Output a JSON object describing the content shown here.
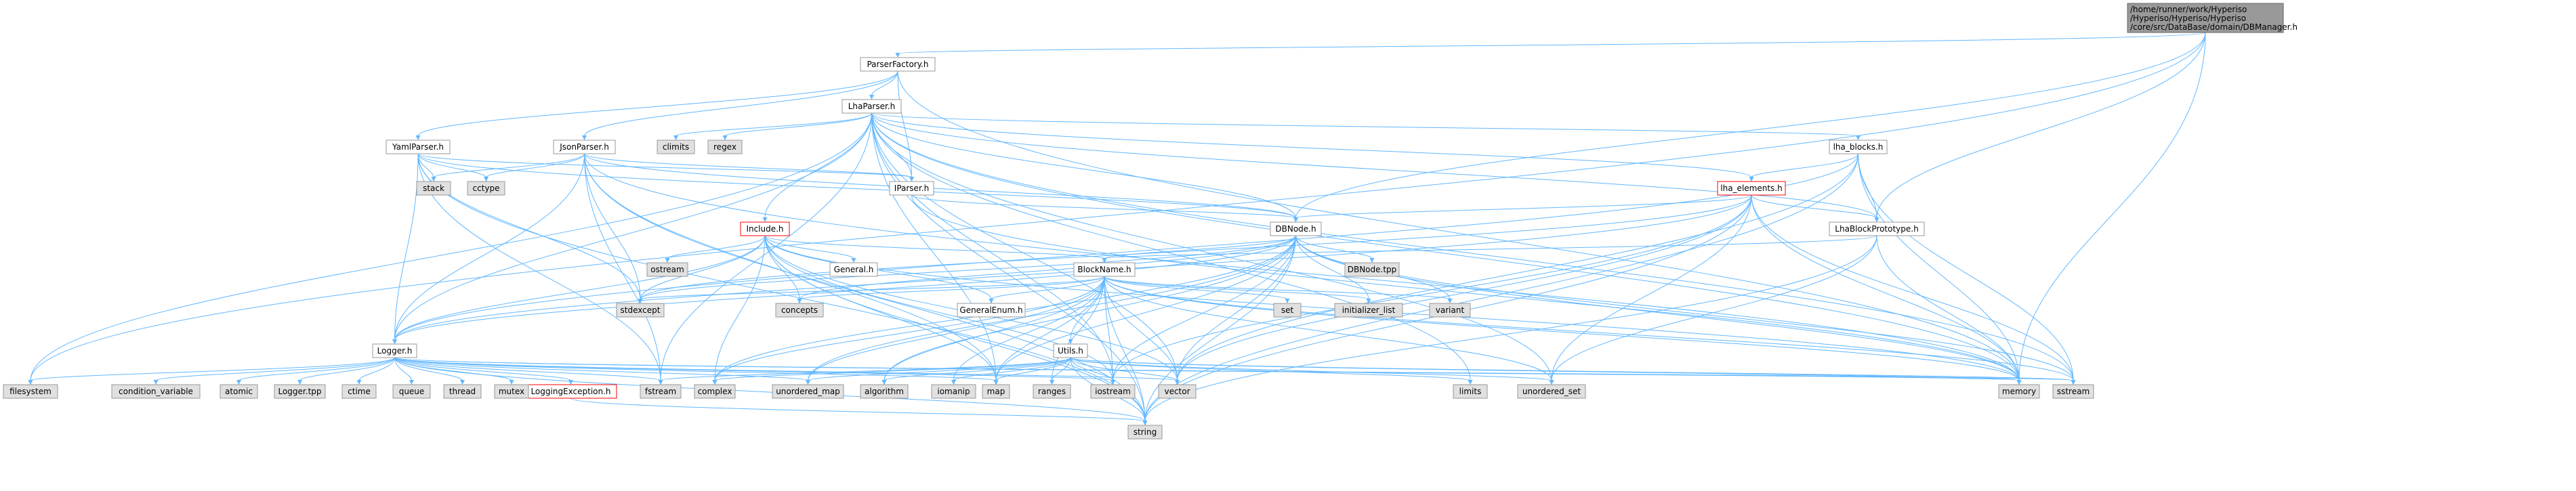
{
  "graph": {
    "root": {
      "id": "root",
      "lines": [
        "/home/runner/work/Hyperiso",
        "/Hyperiso/Hyperiso/Hyperiso",
        "/core/src/DataBase/domain/DBManager.h"
      ],
      "kind": "root"
    },
    "nodes": [
      {
        "id": "ParserFactory",
        "label": "ParserFactory.h",
        "kind": "file"
      },
      {
        "id": "LhaParser",
        "label": "LhaParser.h",
        "kind": "file"
      },
      {
        "id": "YamlParser",
        "label": "YamlParser.h",
        "kind": "file"
      },
      {
        "id": "JsonParser",
        "label": "JsonParser.h",
        "kind": "file"
      },
      {
        "id": "IParser",
        "label": "IParser.h",
        "kind": "file"
      },
      {
        "id": "lha_blocks",
        "label": "lha_blocks.h",
        "kind": "file"
      },
      {
        "id": "lha_elements",
        "label": "lha_elements.h",
        "kind": "incomplete"
      },
      {
        "id": "LhaBlockPrototype",
        "label": "LhaBlockPrototype.h",
        "kind": "file"
      },
      {
        "id": "DBNode",
        "label": "DBNode.h",
        "kind": "file"
      },
      {
        "id": "Include",
        "label": "Include.h",
        "kind": "incomplete"
      },
      {
        "id": "General",
        "label": "General.h",
        "kind": "file"
      },
      {
        "id": "BlockName",
        "label": "BlockName.h",
        "kind": "file"
      },
      {
        "id": "GeneralEnum",
        "label": "GeneralEnum.h",
        "kind": "file"
      },
      {
        "id": "Utils",
        "label": "Utils.h",
        "kind": "file"
      },
      {
        "id": "Logger",
        "label": "Logger.h",
        "kind": "file"
      },
      {
        "id": "LoggingException",
        "label": "LoggingException.h",
        "kind": "incomplete"
      },
      {
        "id": "DBNode_tpp",
        "label": "DBNode.tpp",
        "kind": "sys"
      },
      {
        "id": "climits",
        "label": "climits",
        "kind": "sys"
      },
      {
        "id": "regex",
        "label": "regex",
        "kind": "sys"
      },
      {
        "id": "stack",
        "label": "stack",
        "kind": "sys"
      },
      {
        "id": "cctype",
        "label": "cctype",
        "kind": "sys"
      },
      {
        "id": "ostream",
        "label": "ostream",
        "kind": "sys"
      },
      {
        "id": "stdexcept",
        "label": "stdexcept",
        "kind": "sys"
      },
      {
        "id": "concepts",
        "label": "concepts",
        "kind": "sys"
      },
      {
        "id": "set",
        "label": "set",
        "kind": "sys"
      },
      {
        "id": "initializer_list",
        "label": "initializer_list",
        "kind": "sys"
      },
      {
        "id": "variant",
        "label": "variant",
        "kind": "sys"
      },
      {
        "id": "filesystem",
        "label": "filesystem",
        "kind": "sys"
      },
      {
        "id": "condition_variable",
        "label": "condition_variable",
        "kind": "sys"
      },
      {
        "id": "atomic",
        "label": "atomic",
        "kind": "sys"
      },
      {
        "id": "Logger_tpp",
        "label": "Logger.tpp",
        "kind": "sys"
      },
      {
        "id": "ctime",
        "label": "ctime",
        "kind": "sys"
      },
      {
        "id": "queue",
        "label": "queue",
        "kind": "sys"
      },
      {
        "id": "thread",
        "label": "thread",
        "kind": "sys"
      },
      {
        "id": "mutex",
        "label": "mutex",
        "kind": "sys"
      },
      {
        "id": "fstream",
        "label": "fstream",
        "kind": "sys"
      },
      {
        "id": "complex",
        "label": "complex",
        "kind": "sys"
      },
      {
        "id": "unordered_map",
        "label": "unordered_map",
        "kind": "sys"
      },
      {
        "id": "algorithm",
        "label": "algorithm",
        "kind": "sys"
      },
      {
        "id": "iomanip",
        "label": "iomanip",
        "kind": "sys"
      },
      {
        "id": "map",
        "label": "map",
        "kind": "sys"
      },
      {
        "id": "ranges",
        "label": "ranges",
        "kind": "sys"
      },
      {
        "id": "iostream",
        "label": "iostream",
        "kind": "sys"
      },
      {
        "id": "vector",
        "label": "vector",
        "kind": "sys"
      },
      {
        "id": "limits",
        "label": "limits",
        "kind": "sys"
      },
      {
        "id": "unordered_set",
        "label": "unordered_set",
        "kind": "sys"
      },
      {
        "id": "memory",
        "label": "memory",
        "kind": "sys"
      },
      {
        "id": "sstream",
        "label": "sstream",
        "kind": "sys"
      },
      {
        "id": "string",
        "label": "string",
        "kind": "sys"
      }
    ],
    "edges": [
      [
        "root",
        "ParserFactory"
      ],
      [
        "root",
        "DBNode"
      ],
      [
        "root",
        "LhaBlockPrototype"
      ],
      [
        "root",
        "filesystem"
      ],
      [
        "root",
        "memory"
      ],
      [
        "ParserFactory",
        "LhaParser"
      ],
      [
        "ParserFactory",
        "YamlParser"
      ],
      [
        "ParserFactory",
        "JsonParser"
      ],
      [
        "ParserFactory",
        "IParser"
      ],
      [
        "ParserFactory",
        "memory"
      ],
      [
        "LhaParser",
        "IParser"
      ],
      [
        "LhaParser",
        "lha_blocks"
      ],
      [
        "LhaParser",
        "lha_elements"
      ],
      [
        "LhaParser",
        "LhaBlockPrototype"
      ],
      [
        "LhaParser",
        "DBNode"
      ],
      [
        "LhaParser",
        "Include"
      ],
      [
        "LhaParser",
        "Logger"
      ],
      [
        "LhaParser",
        "climits"
      ],
      [
        "LhaParser",
        "regex"
      ],
      [
        "LhaParser",
        "filesystem"
      ],
      [
        "LhaParser",
        "fstream"
      ],
      [
        "LhaParser",
        "iostream"
      ],
      [
        "LhaParser",
        "vector"
      ],
      [
        "LhaParser",
        "memory"
      ],
      [
        "LhaParser",
        "sstream"
      ],
      [
        "LhaParser",
        "string"
      ],
      [
        "LhaParser",
        "unordered_set"
      ],
      [
        "LhaParser",
        "limits"
      ],
      [
        "LhaParser",
        "map"
      ],
      [
        "YamlParser",
        "IParser"
      ],
      [
        "YamlParser",
        "DBNode"
      ],
      [
        "YamlParser",
        "Logger"
      ],
      [
        "YamlParser",
        "stack"
      ],
      [
        "YamlParser",
        "cctype"
      ],
      [
        "YamlParser",
        "stdexcept"
      ],
      [
        "YamlParser",
        "fstream"
      ],
      [
        "YamlParser",
        "string"
      ],
      [
        "JsonParser",
        "IParser"
      ],
      [
        "JsonParser",
        "DBNode"
      ],
      [
        "JsonParser",
        "Logger"
      ],
      [
        "JsonParser",
        "stack"
      ],
      [
        "JsonParser",
        "cctype"
      ],
      [
        "JsonParser",
        "stdexcept"
      ],
      [
        "JsonParser",
        "fstream"
      ],
      [
        "JsonParser",
        "string"
      ],
      [
        "JsonParser",
        "memory"
      ],
      [
        "JsonParser",
        "map"
      ],
      [
        "IParser",
        "DBNode"
      ],
      [
        "IParser",
        "memory"
      ],
      [
        "lha_blocks",
        "lha_elements"
      ],
      [
        "lha_blocks",
        "LhaBlockPrototype"
      ],
      [
        "lha_blocks",
        "Logger"
      ],
      [
        "lha_blocks",
        "vector"
      ],
      [
        "lha_blocks",
        "memory"
      ],
      [
        "lha_blocks",
        "sstream"
      ],
      [
        "lha_blocks",
        "string"
      ],
      [
        "lha_elements",
        "LhaBlockPrototype"
      ],
      [
        "lha_elements",
        "DBNode"
      ],
      [
        "lha_elements",
        "Logger"
      ],
      [
        "lha_elements",
        "vector"
      ],
      [
        "lha_elements",
        "memory"
      ],
      [
        "lha_elements",
        "sstream"
      ],
      [
        "lha_elements",
        "string"
      ],
      [
        "lha_elements",
        "unordered_set"
      ],
      [
        "lha_elements",
        "iostream"
      ],
      [
        "lha_elements",
        "stdexcept"
      ],
      [
        "LhaBlockPrototype",
        "BlockName"
      ],
      [
        "LhaBlockPrototype",
        "memory"
      ],
      [
        "LhaBlockPrototype",
        "string"
      ],
      [
        "LhaBlockPrototype",
        "unordered_set"
      ],
      [
        "DBNode",
        "BlockName"
      ],
      [
        "DBNode",
        "DBNode_tpp"
      ],
      [
        "DBNode",
        "Logger"
      ],
      [
        "DBNode",
        "variant"
      ],
      [
        "DBNode",
        "initializer_list"
      ],
      [
        "DBNode",
        "stdexcept"
      ],
      [
        "DBNode",
        "concepts"
      ],
      [
        "DBNode",
        "map"
      ],
      [
        "DBNode",
        "vector"
      ],
      [
        "DBNode",
        "memory"
      ],
      [
        "DBNode",
        "string"
      ],
      [
        "DBNode",
        "sstream"
      ],
      [
        "DBNode",
        "complex"
      ],
      [
        "DBNode",
        "iostream"
      ],
      [
        "DBNode",
        "unordered_map"
      ],
      [
        "DBNode",
        "algorithm"
      ],
      [
        "Include",
        "General"
      ],
      [
        "Include",
        "GeneralEnum"
      ],
      [
        "Include",
        "BlockName"
      ],
      [
        "Include",
        "Logger"
      ],
      [
        "Include",
        "ostream"
      ],
      [
        "Include",
        "stdexcept"
      ],
      [
        "Include",
        "concepts"
      ],
      [
        "Include",
        "complex"
      ],
      [
        "Include",
        "vector"
      ],
      [
        "Include",
        "memory"
      ],
      [
        "Include",
        "map"
      ],
      [
        "Include",
        "string"
      ],
      [
        "Include",
        "iostream"
      ],
      [
        "BlockName",
        "GeneralEnum"
      ],
      [
        "BlockName",
        "Utils"
      ],
      [
        "BlockName",
        "set"
      ],
      [
        "BlockName",
        "initializer_list"
      ],
      [
        "BlockName",
        "stdexcept"
      ],
      [
        "BlockName",
        "concepts"
      ],
      [
        "BlockName",
        "map"
      ],
      [
        "BlockName",
        "vector"
      ],
      [
        "BlockName",
        "string"
      ],
      [
        "BlockName",
        "iostream"
      ],
      [
        "BlockName",
        "memory"
      ],
      [
        "BlockName",
        "ranges"
      ],
      [
        "BlockName",
        "algorithm"
      ],
      [
        "BlockName",
        "unordered_map"
      ],
      [
        "BlockName",
        "unordered_set"
      ],
      [
        "BlockName",
        "sstream"
      ],
      [
        "BlockName",
        "variant"
      ],
      [
        "BlockName",
        "complex"
      ],
      [
        "BlockName",
        "iomanip"
      ],
      [
        "Utils",
        "vector"
      ],
      [
        "Utils",
        "string"
      ],
      [
        "Utils",
        "map"
      ],
      [
        "Utils",
        "algorithm"
      ],
      [
        "Utils",
        "ranges"
      ],
      [
        "Utils",
        "unordered_map"
      ],
      [
        "Utils",
        "limits"
      ],
      [
        "Utils",
        "iostream"
      ],
      [
        "Utils",
        "iomanip"
      ],
      [
        "Utils",
        "memory"
      ],
      [
        "Utils",
        "complex"
      ],
      [
        "Utils",
        "sstream"
      ],
      [
        "Utils",
        "fstream"
      ],
      [
        "Utils",
        "unordered_set"
      ],
      [
        "Logger",
        "filesystem"
      ],
      [
        "Logger",
        "condition_variable"
      ],
      [
        "Logger",
        "atomic"
      ],
      [
        "Logger",
        "Logger_tpp"
      ],
      [
        "Logger",
        "ctime"
      ],
      [
        "Logger",
        "queue"
      ],
      [
        "Logger",
        "thread"
      ],
      [
        "Logger",
        "mutex"
      ],
      [
        "Logger",
        "LoggingException"
      ],
      [
        "Logger",
        "fstream"
      ],
      [
        "Logger",
        "iostream"
      ],
      [
        "Logger",
        "memory"
      ],
      [
        "Logger",
        "string"
      ],
      [
        "Logger",
        "sstream"
      ],
      [
        "Logger",
        "unordered_map"
      ],
      [
        "Logger",
        "map"
      ],
      [
        "Logger",
        "vector"
      ],
      [
        "LoggingException",
        "string"
      ]
    ]
  }
}
